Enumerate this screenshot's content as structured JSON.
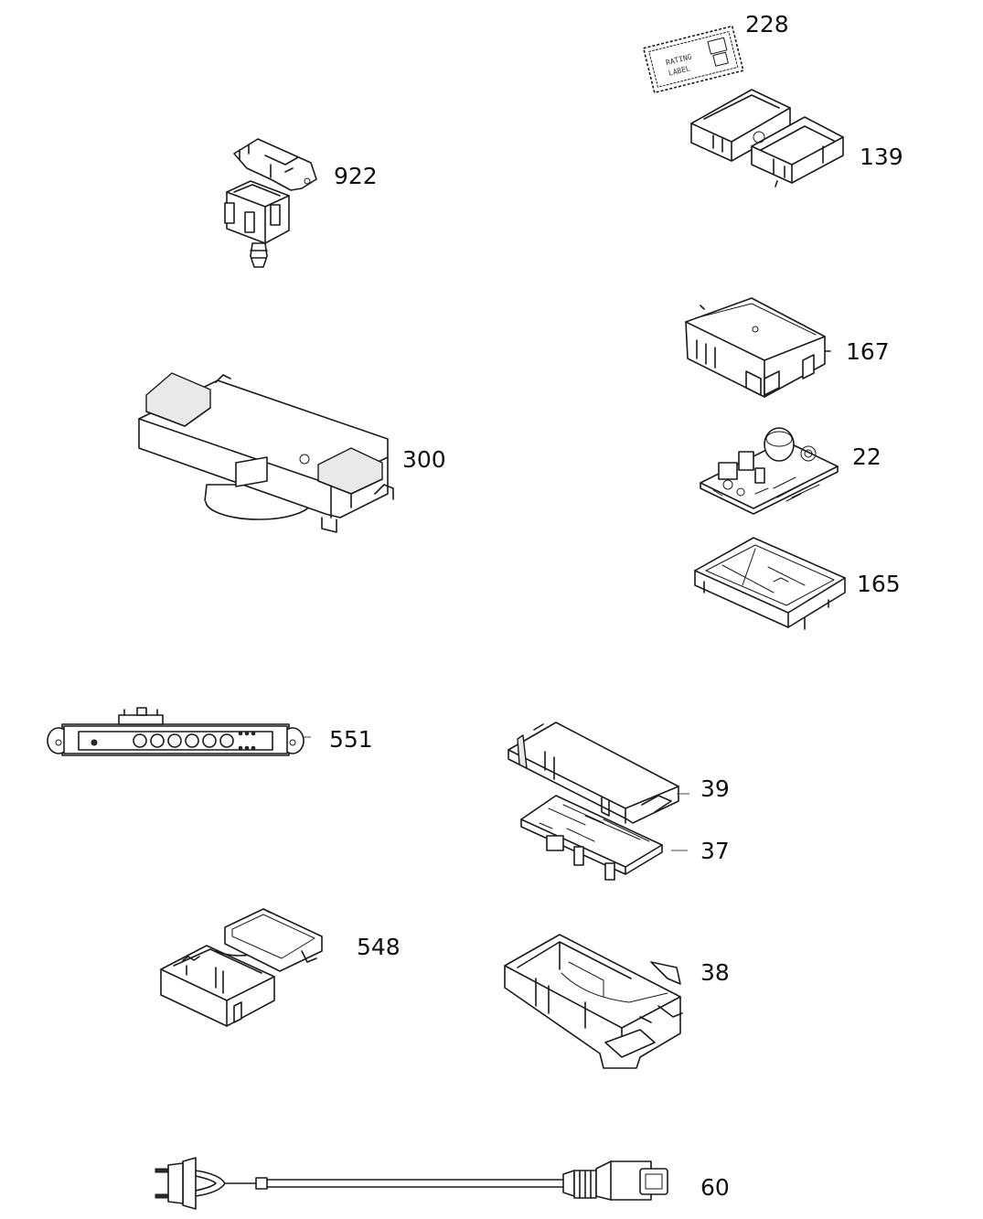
{
  "diagram": {
    "parts": [
      {
        "id": "p228",
        "number": "228"
      },
      {
        "id": "p139",
        "number": "139"
      },
      {
        "id": "p922",
        "number": "922"
      },
      {
        "id": "p167",
        "number": "167"
      },
      {
        "id": "p300",
        "number": "300"
      },
      {
        "id": "p22",
        "number": "22"
      },
      {
        "id": "p165",
        "number": "165"
      },
      {
        "id": "p551",
        "number": "551"
      },
      {
        "id": "p39",
        "number": "39"
      },
      {
        "id": "p37",
        "number": "37"
      },
      {
        "id": "p548",
        "number": "548"
      },
      {
        "id": "p38",
        "number": "38"
      },
      {
        "id": "p60",
        "number": "60"
      }
    ]
  },
  "colors": {
    "line": "#1a1a1a",
    "background": "#ffffff"
  }
}
